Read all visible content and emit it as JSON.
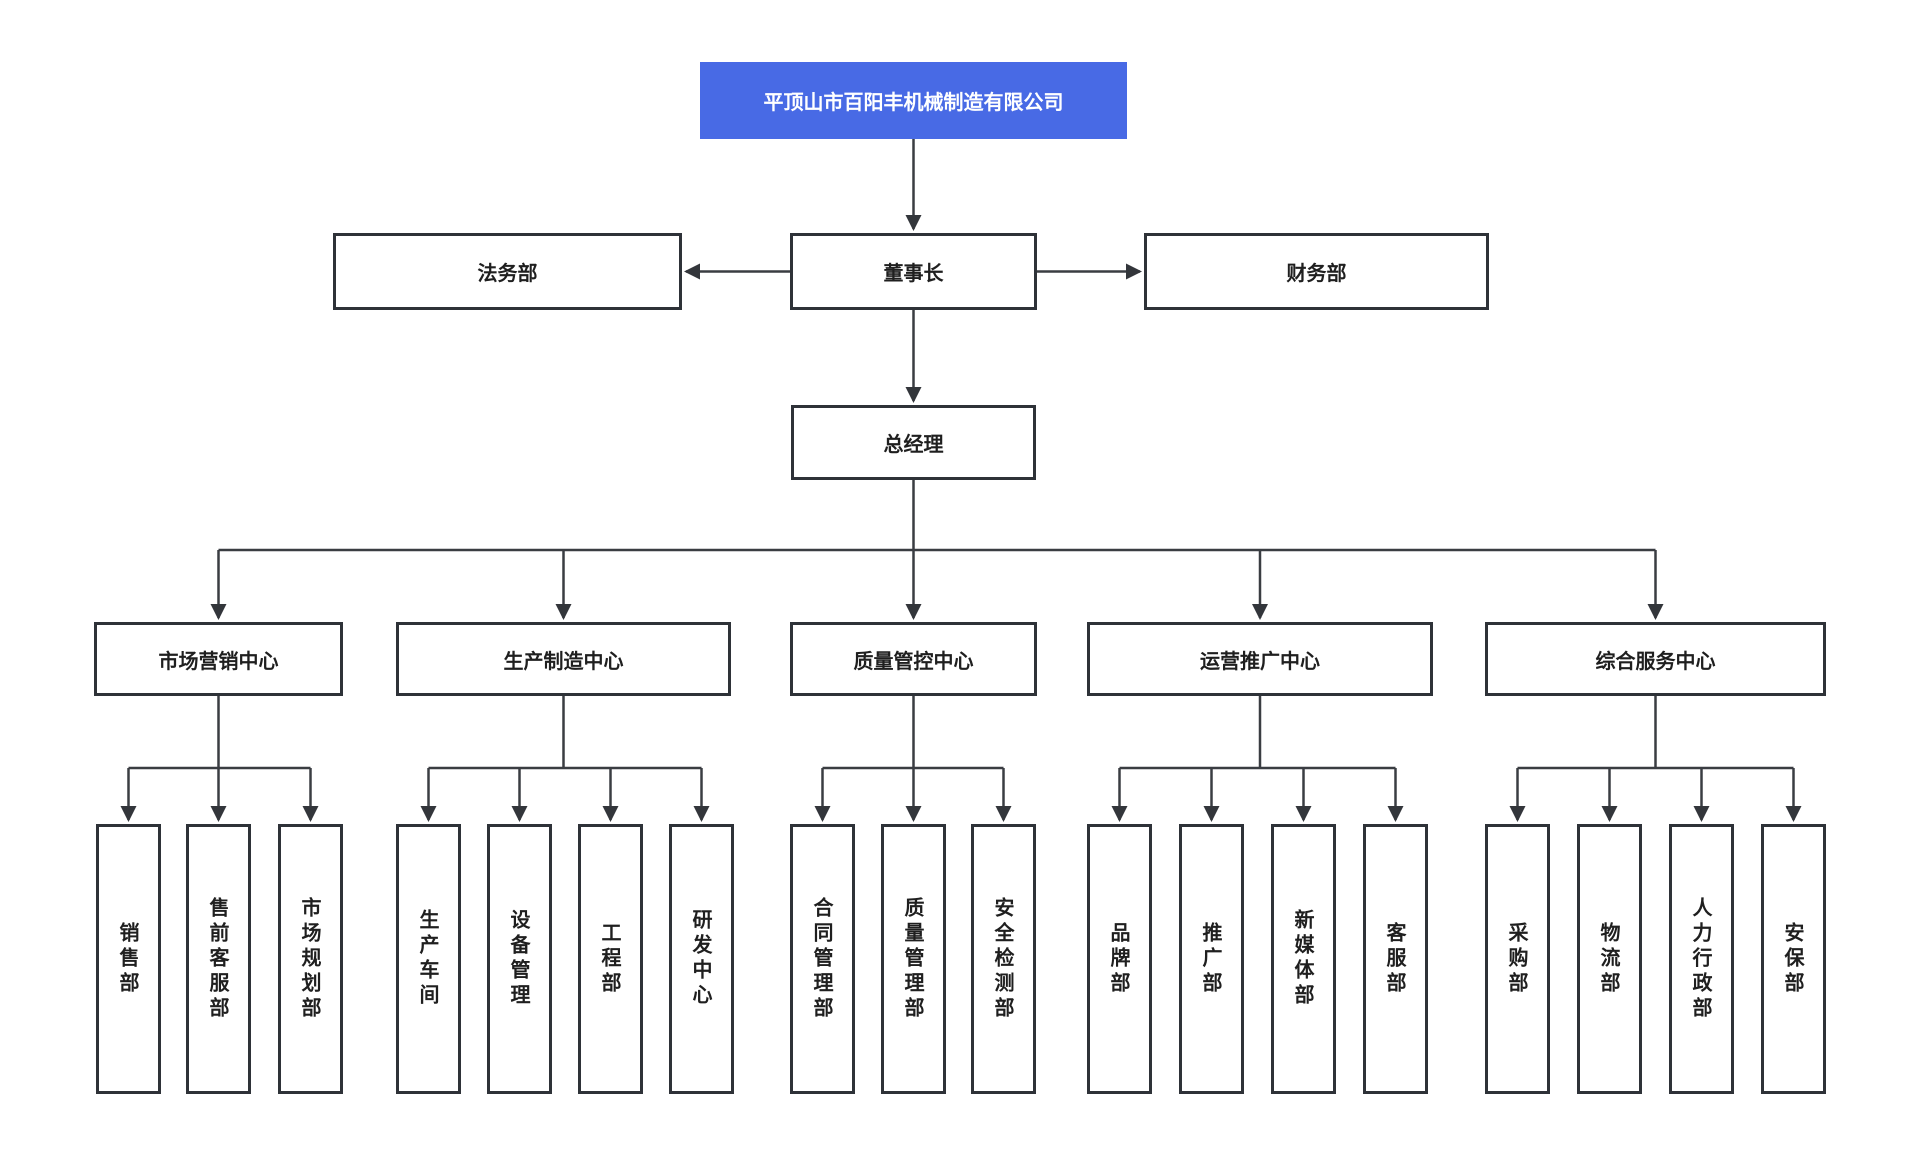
{
  "diagram": {
    "type": "org-chart",
    "colors": {
      "root_bg": "#486AE5",
      "root_text": "#FFFFFF",
      "node_bg": "#FFFFFF",
      "node_border": "#2E3238",
      "node_text": "#1F1F1F",
      "line": "#3A3D42",
      "background": "#FFFFFF"
    },
    "root": {
      "label": "平顶山市百阳丰机械制造有限公司"
    },
    "executives": {
      "legal": "法务部",
      "chairman": "董事长",
      "finance": "财务部",
      "general_manager": "总经理"
    },
    "centers": [
      {
        "label": "市场营销中心",
        "departments": [
          "销售部",
          "售前客服部",
          "市场规划部"
        ]
      },
      {
        "label": "生产制造中心",
        "departments": [
          "生产车间",
          "设备管理",
          "工程部",
          "研发中心"
        ]
      },
      {
        "label": "质量管控中心",
        "departments": [
          "合同管理部",
          "质量管理部",
          "安全检测部"
        ]
      },
      {
        "label": "运营推广中心",
        "departments": [
          "品牌部",
          "推广部",
          "新媒体部",
          "客服部"
        ]
      },
      {
        "label": "综合服务中心",
        "departments": [
          "采购部",
          "物流部",
          "人力行政部",
          "安保部"
        ]
      }
    ]
  }
}
